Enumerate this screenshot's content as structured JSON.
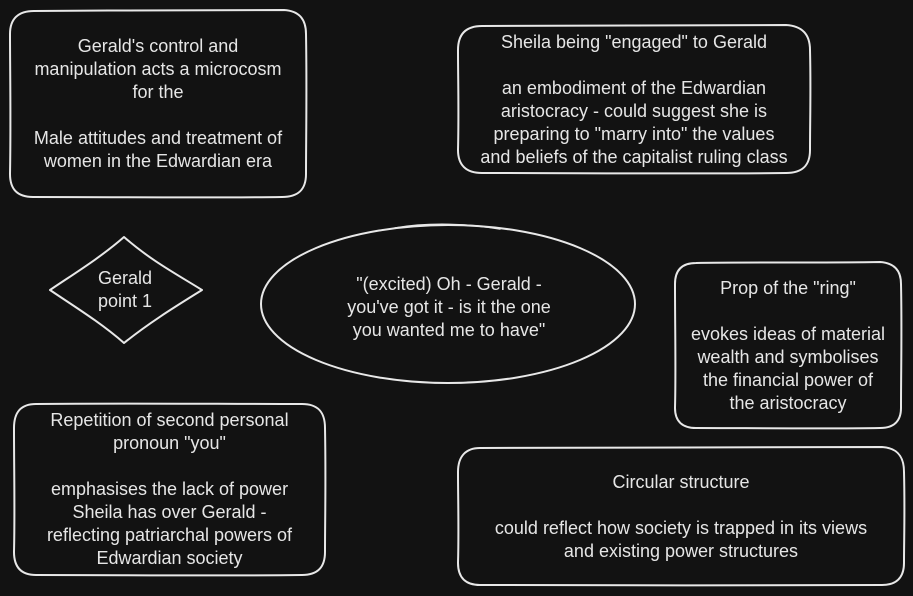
{
  "nodes": {
    "gerald_control": "Gerald's control and\nmanipulation acts a microcosm\nfor the\n\nMale attitudes and treatment of\nwomen in the Edwardian era",
    "sheila_engaged": "Sheila being \"engaged\" to Gerald\n\nan embodiment of the Edwardian\naristocracy - could suggest she is\npreparing to \"marry into\" the values\nand beliefs of the capitalist ruling class",
    "gerald_point": "Gerald\npoint 1",
    "quote": "\"(excited) Oh - Gerald -\nyou've got it - is it the one\nyou wanted me to have\"",
    "prop_ring": "Prop of the \"ring\"\n\nevokes ideas of material\nwealth and symbolises\nthe financial power of\nthe aristocracy",
    "repetition": "Repetition of second personal\npronoun \"you\"\n\nemphasises the lack of power\nSheila has over Gerald -\nreflecting patriarchal powers of\nEdwardian society",
    "circular": "Circular structure\n\ncould reflect how society is trapped in its views\nand existing power structures"
  },
  "colors": {
    "background": "#121212",
    "stroke": "#e8e8e8",
    "text": "#e6e6e6"
  }
}
